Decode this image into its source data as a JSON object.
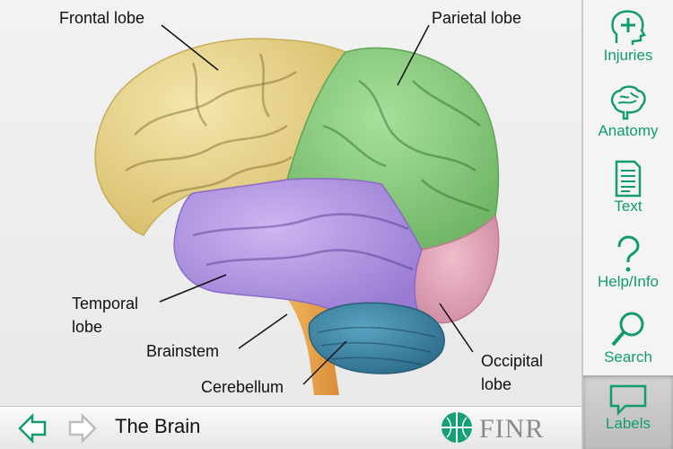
{
  "labels": {
    "frontal": "Frontal lobe",
    "parietal": "Parietal lobe",
    "temporal_line1": "Temporal",
    "temporal_line2": "lobe",
    "brainstem": "Brainstem",
    "cerebellum": "Cerebellum",
    "occipital_line1": "Occipital",
    "occipital_line2": "lobe"
  },
  "sidebar": {
    "items": [
      {
        "label": "Injuries",
        "icon": "head-plus-icon"
      },
      {
        "label": "Anatomy",
        "icon": "brain-icon"
      },
      {
        "label": "Text",
        "icon": "document-icon"
      },
      {
        "label": "Help/Info",
        "icon": "question-icon"
      },
      {
        "label": "Search",
        "icon": "magnifier-icon"
      },
      {
        "label": "Labels",
        "icon": "speech-bubble-icon",
        "selected": true
      }
    ]
  },
  "bottombar": {
    "title": "The Brain",
    "logo": "FINR"
  },
  "colors": {
    "accent": "#129c6e",
    "frontal": "#e8d590",
    "parietal": "#8fcf82",
    "temporal": "#b89ae4",
    "occipital": "#e3a5b8",
    "cerebellum": "#3f86a6",
    "brainstem": "#e8a04c"
  }
}
